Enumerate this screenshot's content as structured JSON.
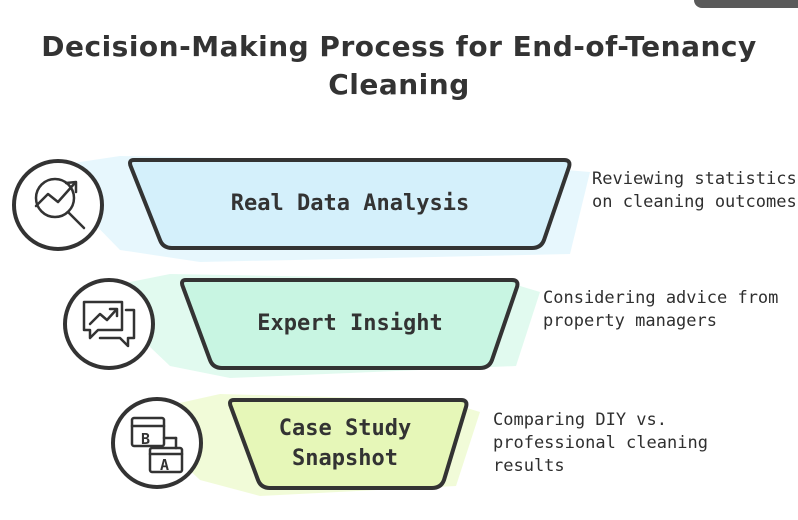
{
  "title": [
    "Decision-Making Process for End-of-Tenancy",
    "Cleaning"
  ],
  "colors": {
    "outline": "#333333",
    "stage1_fill": "#d4f0fb",
    "stage2_fill": "#c8f5e2",
    "stage3_fill": "#e6f7b8"
  },
  "stages": [
    {
      "label": [
        "Real Data Analysis"
      ],
      "icon": "magnifier-chart-icon",
      "description": [
        "Reviewing statistics",
        "on cleaning outcomes"
      ]
    },
    {
      "label": [
        "Expert Insight"
      ],
      "icon": "chat-trend-icon",
      "description": [
        "Considering advice from",
        "property managers"
      ]
    },
    {
      "label": [
        "Case Study",
        "Snapshot"
      ],
      "icon": "ab-test-icon",
      "description": [
        "Comparing DIY vs.",
        "professional cleaning",
        "results"
      ],
      "icon_letters": [
        "B",
        "A"
      ]
    }
  ]
}
